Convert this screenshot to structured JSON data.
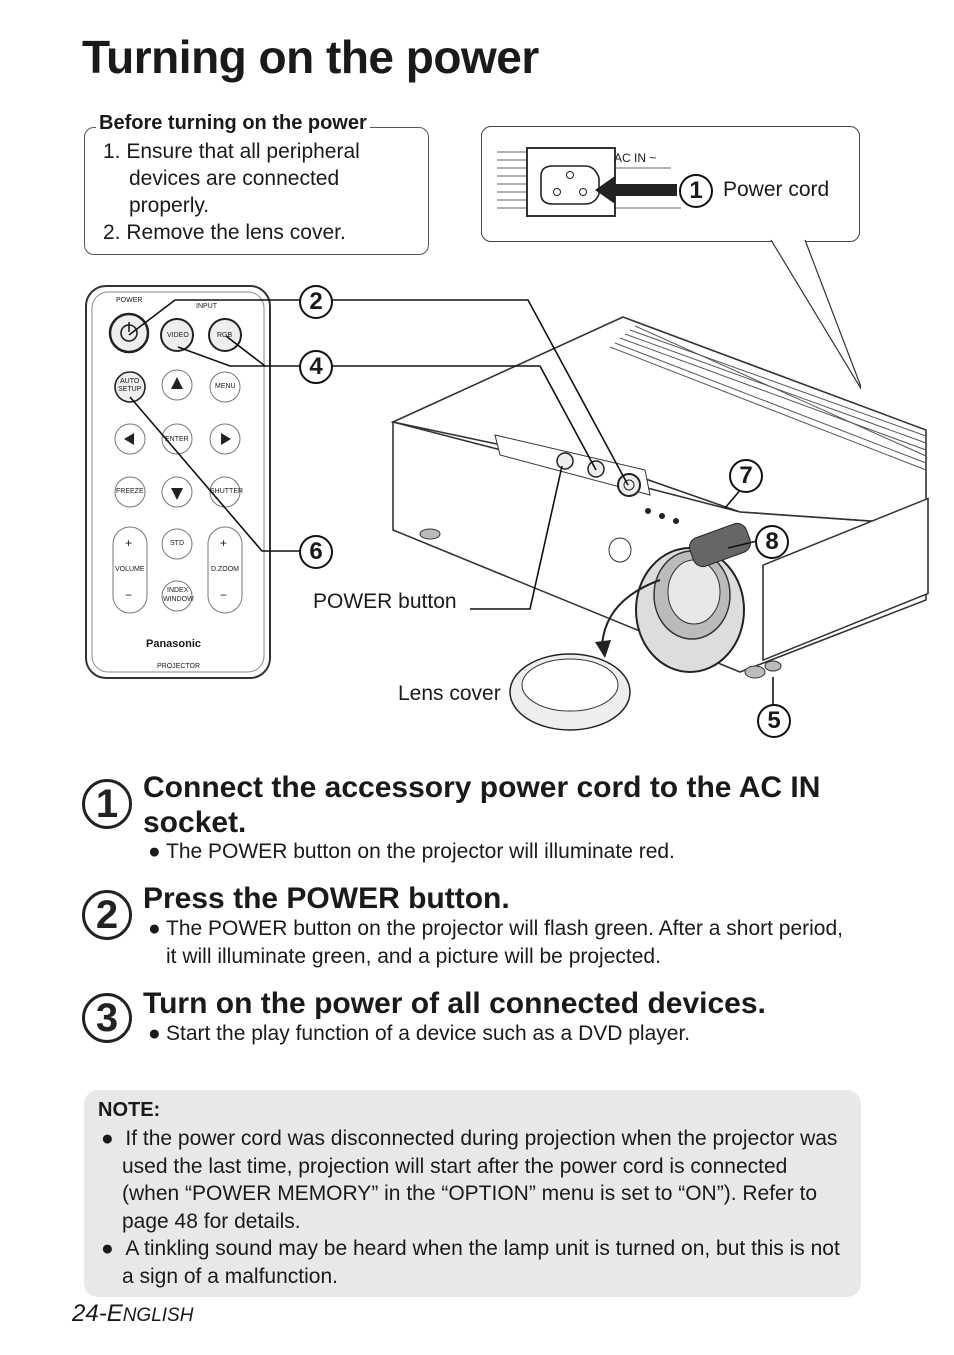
{
  "title": "Turning on the power",
  "before_box": {
    "heading": "Before turning on the power",
    "items": [
      "1. Ensure that all peripheral devices are connected properly.",
      "2. Remove the lens cover."
    ]
  },
  "diagram": {
    "ac_in": "AC IN ~",
    "power_cord": "Power cord",
    "power_button": "POWER button",
    "lens_cover": "Lens cover",
    "callouts": [
      "1",
      "2",
      "4",
      "6",
      "7",
      "8",
      "5"
    ],
    "remote": {
      "power": "POWER",
      "input": "INPUT",
      "video": "VIDEO",
      "rgb": "RGB",
      "auto_setup_1": "AUTO",
      "auto_setup_2": "SETUP",
      "menu": "MENU",
      "enter": "ENTER",
      "freeze": "FREEZE",
      "shutter": "SHUTTER",
      "std": "STD",
      "volume": "VOLUME",
      "dzoom": "D.ZOOM",
      "index_1": "INDEX",
      "index_2": "WINDOW",
      "brand": "Panasonic",
      "model": "PROJECTOR",
      "plus": "+",
      "minus": "−"
    }
  },
  "steps": [
    {
      "num": "1",
      "heading": "Connect the accessory power cord to the AC IN socket.",
      "bullets": [
        "The POWER button on the projector will illuminate red."
      ]
    },
    {
      "num": "2",
      "heading": "Press the POWER button.",
      "bullets": [
        "The POWER button on the projector will flash green. After a short period, it will illuminate green, and a picture will be projected."
      ]
    },
    {
      "num": "3",
      "heading": "Turn on the power of all connected devices.",
      "bullets": [
        "Start the play function of a device such as a DVD player."
      ]
    }
  ],
  "note": {
    "heading": "NOTE:",
    "items": [
      "If the power cord was disconnected during projection when the projector was used the last time, projection will start after the power cord is connected (when “POWER MEMORY” in the “OPTION” menu is set to “ON”). Refer to page 48 for details.",
      "A tinkling sound may be heard when the lamp unit is turned on, but this is not a sign of a malfunction."
    ]
  },
  "footer": {
    "page": "24-E",
    "lang": "NGLISH"
  }
}
